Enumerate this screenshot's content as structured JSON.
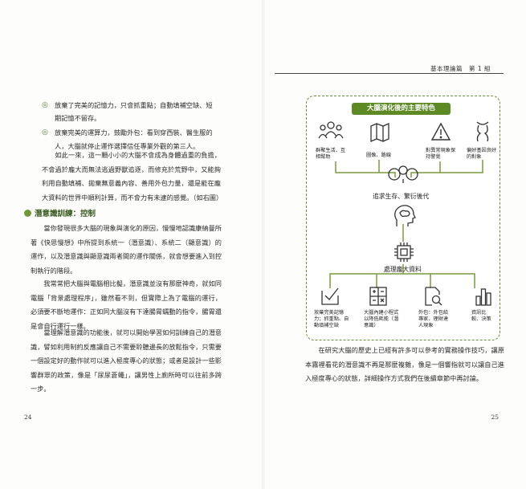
{
  "header": {
    "running_title": "基本理論篇　第 1 組"
  },
  "left_page": {
    "bullets": [
      "放棄了完美的記憶力，只會抓重點；自動填補空缺、短期記憶不留存。",
      "放棄完美的運算力，鼓勵外包：看到穿西裝、醫生服的人，大腦就停止運作選擇信任專業外觀的第三人。"
    ],
    "para1": "如此一來，這一顆小小的大腦不會成為身體過重的負擔，不會過於龐大而無法逃過野獸追逐，而修充於荒野中，又能夠利用自動填補、拋棄無意義內容、善用外包力量，還是能在龐大資料的世界中順利計算，而不會力有未逮的感覺。（如右圖）",
    "section_title": "潛意識訓練：控制",
    "para2": "當你發現很多大腦的現象與演化的原因，慢慢地認識康納曼所著《快思慢想》中所提到系統一（潛意識）、系統二（顯意識）的運作，以及潛意識與顯意識兩者間的運作關係，就會想要進入到控制執行的階段。",
    "para3": "我常常把大腦與電腦相比擬，潛意識並沒有那麼神奇，就如同電腦「背景處理程序」，雖然看不到，但實際上為了電腦的運行，必須要不斷地運作：正如同大腦沒有下達腸胃蠕動的指令，腸胃還是會自行運行一樣。",
    "para4": "當理解潛意識的功能後，就可以開始學習如何訓練自己的潛意識，譬如利用制約反應讓自己不需要聆聽邊長的放鬆指令，只需要一個設定好的動作就可以進入極度專心的狀態；或者是設計一些影響群眾的政策，像是「尿尿蒼蠅」，讓男性上廁所時可以往前多跨一步。",
    "page_number": "24"
  },
  "right_page": {
    "diagram": {
      "title": "大腦演化後的主要特色",
      "top_labels": [
        "群聚生活、互相幫助",
        "圖像、路線",
        "對異常現象保持警覺",
        "偏好基因良好的對象"
      ],
      "center_top": "追求生存、繁衍後代",
      "center_bottom": "處理龐大資料",
      "bottom_labels": [
        "放棄完美記憶力；抓重點、自動填補空缺",
        "大腦內建小程式以降低耗能（潛意識）",
        "外包：外包給專家、理財達人現象",
        "資訊比較、決策"
      ]
    },
    "para5": "在研究大腦的歷史上已經有許多可以參考的實務操作技巧，讓原本霧裡看花的潛意識不再是那麼複雜，像是一個響指就可以讓自己進入極度專心的狀態，詳細操作方式我們在後續章節中再討論。",
    "page_number": "25"
  },
  "colors": {
    "accent_green": "#5d8a25",
    "dashed_border": "#6b8c3a"
  }
}
